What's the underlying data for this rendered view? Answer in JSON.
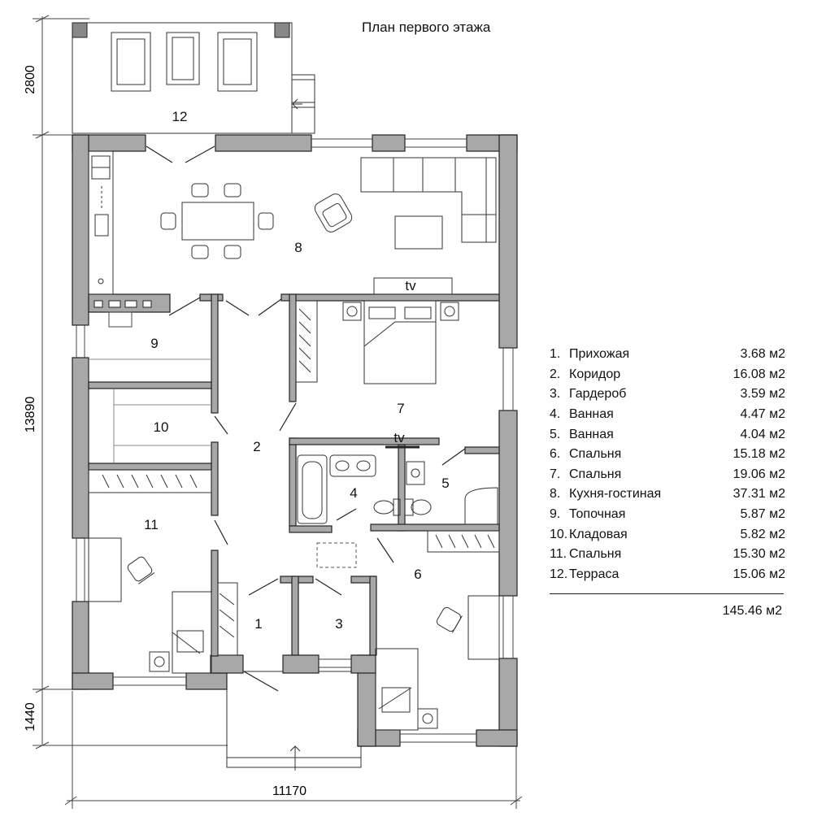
{
  "title": "План первого этажа",
  "dimensions": {
    "left_top": "2800",
    "left_mid": "13890",
    "left_bottom": "1440",
    "bottom": "11170"
  },
  "room_numbers": [
    "1",
    "2",
    "3",
    "4",
    "5",
    "6",
    "7",
    "8",
    "9",
    "10",
    "11",
    "12"
  ],
  "tv_labels": [
    "tv",
    "tv"
  ],
  "legend": [
    {
      "num": "1.",
      "name": "Прихожая",
      "area": "3.68 м2"
    },
    {
      "num": "2.",
      "name": "Коридор",
      "area": "16.08 м2"
    },
    {
      "num": "3.",
      "name": "Гардероб",
      "area": "3.59 м2"
    },
    {
      "num": "4.",
      "name": "Ванная",
      "area": "4.47 м2"
    },
    {
      "num": "5.",
      "name": "Ванная",
      "area": "4.04 м2"
    },
    {
      "num": "6.",
      "name": "Спальня",
      "area": "15.18 м2"
    },
    {
      "num": "7.",
      "name": "Спальня",
      "area": "19.06 м2"
    },
    {
      "num": "8.",
      "name": "Кухня-гостиная",
      "area": "37.31 м2"
    },
    {
      "num": "9.",
      "name": "Топочная",
      "area": "5.87 м2"
    },
    {
      "num": "10.",
      "name": "Кладовая",
      "area": "5.82 м2"
    },
    {
      "num": "11.",
      "name": "Спальня",
      "area": "15.30 м2"
    },
    {
      "num": "12.",
      "name": "Терраса",
      "area": "15.06 м2"
    }
  ],
  "total": "145.46 м2",
  "colors": {
    "wall_fill": "#a8a8a8",
    "wall_stroke": "#222222",
    "line": "#333333",
    "background": "#ffffff"
  }
}
